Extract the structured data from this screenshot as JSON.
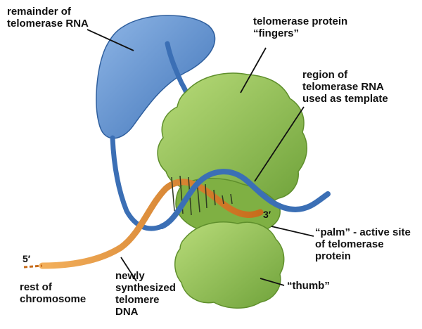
{
  "labels": {
    "remainder_rna": [
      "remainder of",
      "telomerase RNA"
    ],
    "fingers": [
      "telomerase protein",
      "“fingers”"
    ],
    "template_region": [
      "region of",
      "telomerase RNA",
      "used as template"
    ],
    "palm": [
      "“palm” - active site",
      "of telomerase",
      "protein"
    ],
    "thumb": [
      "“thumb”"
    ],
    "new_dna": [
      "newly",
      "synthesized",
      "telomere",
      "DNA"
    ],
    "rest_chromosome": [
      "rest of",
      "chromosome"
    ],
    "five_prime": "5′",
    "three_prime": "3′"
  },
  "colors": {
    "rna_blue": "#5b8fd0",
    "rna_dark": "#2f5f9e",
    "protein_green": "#9cc75a",
    "protein_dark": "#5f8f2c",
    "dna_orange": "#e08a2e",
    "dna_dark": "#a85a12"
  }
}
